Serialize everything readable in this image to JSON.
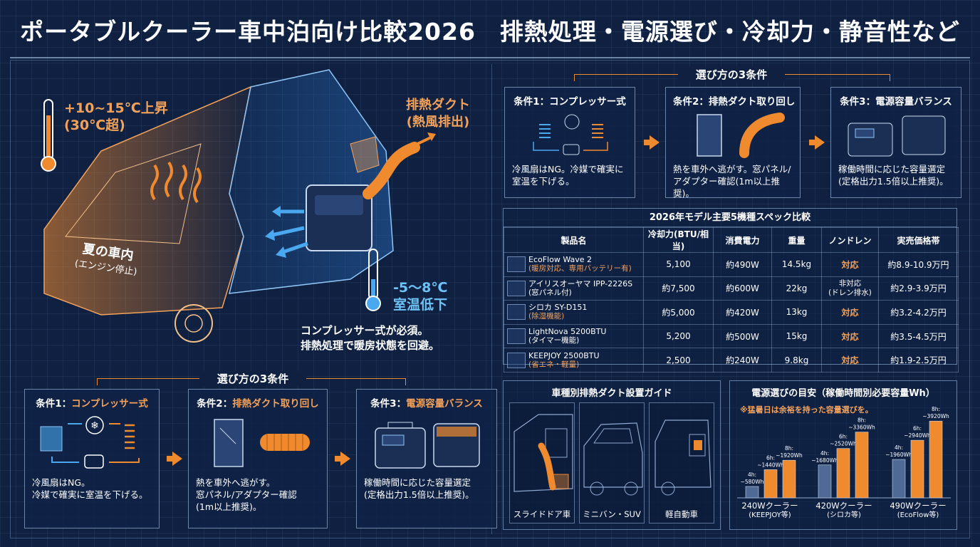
{
  "title": "ポータブルクーラー車中泊向け比較2026　排熱処理・電源選び・冷却力・静音性など",
  "hero": {
    "hot_temp": "+10~15℃上昇",
    "hot_temp_sub": "(30℃超)",
    "duct": "排熱ダクト",
    "duct_sub": "(熱風排出)",
    "car": "夏の車内",
    "car_sub": "(エンジン停止)",
    "cold_temp": "-5～8℃",
    "cold_temp_sub": "室温低下",
    "note_line1": "コンプレッサー式が必須。",
    "note_line2": "排熱処理で暖房状態を回避。"
  },
  "conditions_bottom": {
    "heading": "選び方の3条件",
    "cards": [
      {
        "prefix": "条件1：",
        "label": "コンプレッサー式",
        "text1": "冷風扇はNG。",
        "text2": "冷媒で確実に室温を下げる。",
        "text3": ""
      },
      {
        "prefix": "条件2：",
        "label": "排熱ダクト取り回し",
        "text1": "熱を車外へ逃がす。",
        "text2": "窓パネル/アダプター確認",
        "text3": "(1m以上推奨)。"
      },
      {
        "prefix": "条件3：",
        "label": "電源容量バランス",
        "text1": "稼働時間に応じた容量選定",
        "text2": "(定格出力1.5倍以上推奨)。",
        "text3": ""
      }
    ]
  },
  "conditions_top": {
    "heading": "選び方の3条件",
    "cards": [
      {
        "title": "条件1：コンプレッサー式",
        "text1": "冷風扇はNG。冷媒で確実に",
        "text2": "室温を下げる。"
      },
      {
        "title": "条件2：排熱ダクト取り回し",
        "text1": "熱を車外へ逃がす。窓パネル/",
        "text2": "アダプター確認(1m以上推奨)。"
      },
      {
        "title": "条件3：電源容量バランス",
        "text1": "稼働時間に応じた容量選定",
        "text2": "(定格出力1.5倍以上推奨)。"
      }
    ]
  },
  "spec_table": {
    "title": "2026年モデル主要5機種スペック比較",
    "headers": [
      "製品名",
      "冷却力(BTU/相当)",
      "消費電力",
      "重量",
      "ノンドレン",
      "実売価格帯"
    ],
    "rows": [
      {
        "name": "EcoFlow Wave 2",
        "note": "(暖房対応、専用バッテリー有)",
        "btu": "5,100",
        "power": "約490W",
        "weight": "14.5kg",
        "drain": "対応",
        "drain_sub": "",
        "price": "約8.9-10.9万円"
      },
      {
        "name": "アイリスオーヤマ IPP-2226S",
        "note": "(窓パネル付)",
        "btu": "約7,500",
        "power": "約600W",
        "weight": "22kg",
        "drain": "非対応",
        "drain_sub": "(ドレン排水)",
        "price": "約2.9-3.9万円"
      },
      {
        "name": "シロカ SY-D151",
        "note": "(除湿機能)",
        "btu": "約5,000",
        "power": "約420W",
        "weight": "13kg",
        "drain": "対応",
        "drain_sub": "",
        "price": "約3.2-4.2万円"
      },
      {
        "name": "LightNova 5200BTU",
        "note": "(タイマー機能)",
        "btu": "5,200",
        "power": "約500W",
        "weight": "15kg",
        "drain": "対応",
        "drain_sub": "",
        "price": "約3.5-4.5万円"
      },
      {
        "name": "KEEPJOY 2500BTU",
        "note": "(省エネ・軽量)",
        "btu": "2,500",
        "power": "約240W",
        "weight": "9.8kg",
        "drain": "対応",
        "drain_sub": "",
        "price": "約1.9-2.5万円"
      }
    ]
  },
  "duct_guide": {
    "title": "車種別排熱ダクト設置ガイド",
    "panels": [
      "スライドドア車",
      "ミニバン・SUV",
      "軽自動車"
    ]
  },
  "power_guide": {
    "title": "電源選びの目安（稼働時間別必要容量Wh）",
    "note": "※猛暑日は余裕を持った容量選びを。",
    "groups": [
      {
        "label": "240Wクーラー",
        "sub": "(KEEPJOY等)",
        "bars": [
          {
            "t": "4h:",
            "v": "~580Wh",
            "wh": 580
          },
          {
            "t": "6h:",
            "v": "~1440Wh",
            "wh": 1440
          },
          {
            "t": "8h:",
            "v": "~1920Wh",
            "wh": 1920
          }
        ]
      },
      {
        "label": "420Wクーラー",
        "sub": "(シロカ等)",
        "bars": [
          {
            "t": "4h:",
            "v": "~1680Wh",
            "wh": 1680
          },
          {
            "t": "6h:",
            "v": "~2520Wh",
            "wh": 2520
          },
          {
            "t": "8h:",
            "v": "~3360Wh",
            "wh": 3360
          }
        ]
      },
      {
        "label": "490Wクーラー",
        "sub": "(EcoFlow等)",
        "bars": [
          {
            "t": "4h:",
            "v": "~1960Wh",
            "wh": 1960
          },
          {
            "t": "6h:",
            "v": "~2940Wh",
            "wh": 2940
          },
          {
            "t": "8h:",
            "v": "~3920Wh",
            "wh": 3920
          }
        ]
      }
    ]
  },
  "colors": {
    "accent": "#f08a2e",
    "cool": "#4aa8f0",
    "background": "#0f2040"
  }
}
